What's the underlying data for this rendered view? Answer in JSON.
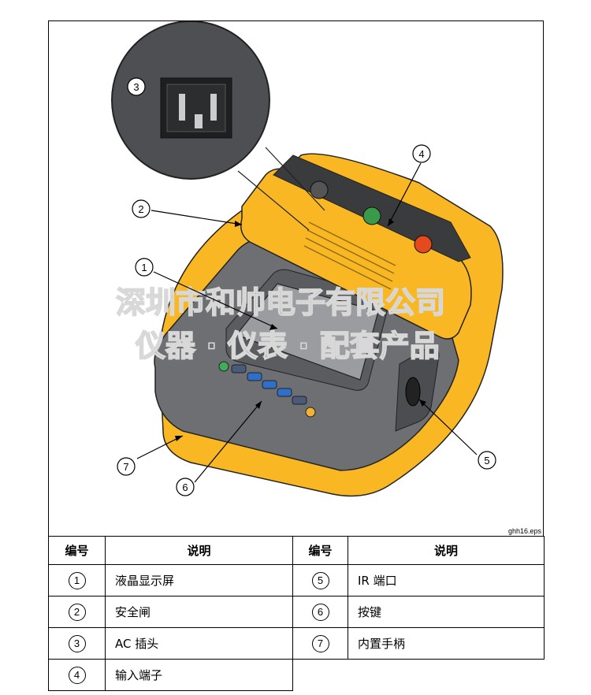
{
  "figure": {
    "file_id": "ghh16.eps",
    "callouts": [
      "1",
      "2",
      "3",
      "4",
      "5",
      "6",
      "7"
    ],
    "watermark_line1": "深圳市和帅电子有限公司",
    "watermark_line2": "仪器 · 仪表 · 配套产品"
  },
  "legend": {
    "headers": {
      "num": "编号",
      "desc": "说明"
    },
    "rows": [
      {
        "left": {
          "num": "1",
          "desc": "液晶显示屏"
        },
        "right": {
          "num": "5",
          "desc": "IR 端口"
        }
      },
      {
        "left": {
          "num": "2",
          "desc": "安全闸"
        },
        "right": {
          "num": "6",
          "desc": "按键"
        }
      },
      {
        "left": {
          "num": "3",
          "desc": "AC 插头"
        },
        "right": {
          "num": "7",
          "desc": "内置手柄"
        }
      },
      {
        "left": {
          "num": "4",
          "desc": "输入端子"
        }
      }
    ]
  }
}
